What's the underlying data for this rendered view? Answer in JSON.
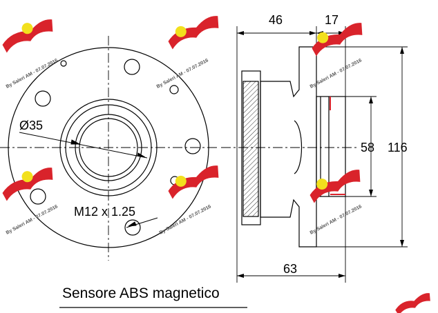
{
  "drawing": {
    "labels": {
      "bore_diameter": "Ø35",
      "thread": "M12 x 1.25",
      "width_flange": "46",
      "width_hub": "17",
      "diameter_inner": "58",
      "diameter_outer": "116",
      "total_width": "63"
    },
    "caption": "Sensore ABS magnetico"
  },
  "watermark": {
    "text": "By Saleri AM - 07.07.2016",
    "colors": {
      "flag_red": "#d9232b",
      "flag_yellow": "#f2e01d"
    }
  },
  "colors": {
    "line": "#000000",
    "background": "#ffffff"
  }
}
